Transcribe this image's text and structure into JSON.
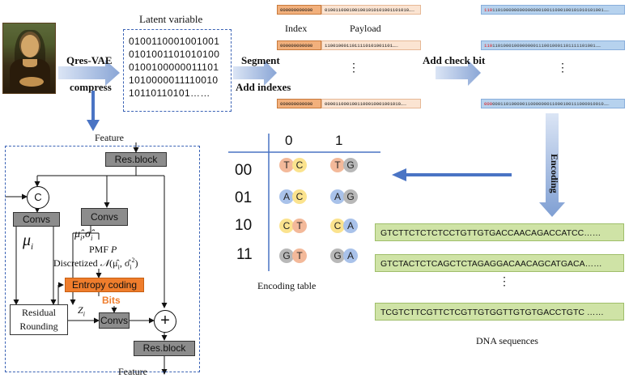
{
  "labels": {
    "latent_variable": "Latent variable",
    "qres_vae": "Qres-VAE",
    "compress": "compress",
    "segment": "Segment",
    "add_indexes": "Add indexes",
    "index": "Index",
    "payload": "Payload",
    "add_check_bit": "Add check bit",
    "encoding": "Encoding",
    "feature_top": "Feature",
    "feature_bottom": "Feature",
    "res_block_top": "Res.block",
    "res_block_bottom": "Res.block",
    "concat": "C",
    "convs_left": "Convs",
    "convs_mid": "Convs",
    "convs_bottom": "Convs",
    "mu": "μ",
    "mu_sub": "i",
    "pmf": "PMF",
    "pmf_p": "P",
    "discretized": "Discretized",
    "entropy_coding": "Entropy coding",
    "bits": "Bits",
    "residual_rounding_1": "Residual",
    "residual_rounding_2": "Rounding",
    "z_label": "Z",
    "z_sub": "i",
    "plus": "+",
    "encoding_table": "Encoding table",
    "dna_sequences": "DNA sequences",
    "ellipsis": "……",
    "vdots": "⋮"
  },
  "latent_bits": [
    "0100110001001001",
    "0101001101010100",
    "0100100000011101",
    "1010000011110010",
    "10110110101……"
  ],
  "segment_rows": [
    {
      "index": "000000000000",
      "payload": "0100110001001001010101001101010……"
    },
    {
      "index": "000000000000",
      "payload": "1100100011011110101001101……"
    },
    {
      "index": "000000000000",
      "payload": "0000110001001100010001001010……"
    }
  ],
  "check_rows": [
    "11010000000000000010011000100101010101001……",
    "11010001000000001110010001101111101001……",
    "00011010000011000000011000100111000010010……"
  ],
  "encoding_table": {
    "col_headers": [
      "0",
      "1"
    ],
    "rows": [
      {
        "bits": "00",
        "c0": [
          "T",
          "C"
        ],
        "c1": [
          "T",
          "G"
        ]
      },
      {
        "bits": "01",
        "c0": [
          "A",
          "C"
        ],
        "c1": [
          "A",
          "G"
        ]
      },
      {
        "bits": "10",
        "c0": [
          "C",
          "T"
        ],
        "c1": [
          "C",
          "A"
        ]
      },
      {
        "bits": "11",
        "c0": [
          "G",
          "T"
        ],
        "c1": [
          "G",
          "A"
        ]
      }
    ]
  },
  "dna": [
    "GTCTTCTCTCTCCTGTTGTGACCAACAGACCATCC……",
    "GTCTACTCTCAGCTCTAGAGGACAACAGCATGACA……",
    "TCGTCTTCGTTCTCGTTGTGGTTGTGTGACCTGTC ……"
  ],
  "colors": {
    "arrow_blue": "#4a74c4",
    "dash_blue": "#3b63b5",
    "entropy_orange": "#ef7d2c",
    "bits_orange": "#ef7d2c",
    "dna_green": "#cfe3a6",
    "check_blue": "#b6d2ee",
    "index_orange": "#f2b07c",
    "payload_peach": "#fbe4d2",
    "block_gray": "#8c8c8c"
  }
}
